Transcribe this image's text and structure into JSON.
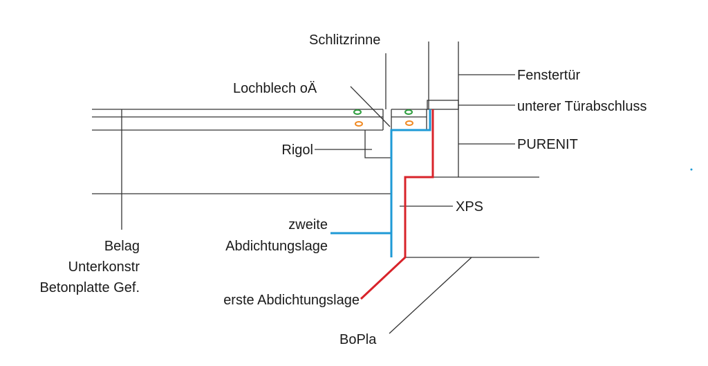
{
  "title": "Schwellenanschluss Detail",
  "colors": {
    "line": "#333333",
    "second_seal": "#1e9ad6",
    "first_seal": "#d8232a",
    "green_marker": "#2e9e3e",
    "orange_marker": "#f08a24"
  },
  "labels": {
    "schlitzrinne": "Schlitzrinne",
    "lochblech": "Lochblech oÄ",
    "fenstertuer": "Fenstertür",
    "tuerabschluss": "unterer Türabschluss",
    "purenit": "PURENIT",
    "rigol": "Rigol",
    "xps": "XPS",
    "zweite_1": "zweite",
    "zweite_2": "Abdichtungslage",
    "belag": "Belag",
    "unterkonstr": "Unterkonstr",
    "betonplatte": "Betonplatte Gef.",
    "erste": "erste Abdichtungslage",
    "bopla": "BoPla"
  }
}
